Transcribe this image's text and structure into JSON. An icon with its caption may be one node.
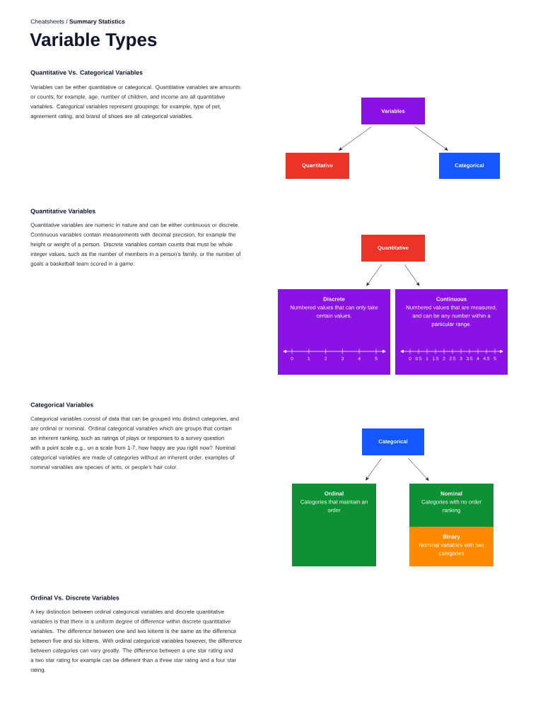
{
  "diagram": {
    "title": "Variable Types",
    "nodes": [
      {
        "text": [
          "Variables"
        ]
      },
      {
        "text": [
          "Quantitative"
        ]
      },
      {
        "text": [
          "Categorical"
        ]
      },
      {
        "text": [
          "Quantitative"
        ]
      },
      {
        "text": [
          "Discrete",
          "Numbered values that can only take certain values."
        ]
      },
      {
        "text": [
          "Continuous",
          "Numbered values that are measured, and can be any number within a particular range."
        ]
      },
      {
        "text": [
          "Categorical"
        ]
      },
      {
        "text": [
          "Ordinal",
          "Categories that maintain an order"
        ]
      },
      {
        "text": [
          "Nominal",
          "Categories with no order ranking"
        ]
      },
      {
        "text": [
          "Binary",
          "Nominal variables with two categories"
        ]
      }
    ],
    "edges": [
      {
        "from": 0,
        "to": 1,
        "arrow": "to"
      },
      {
        "from": 0,
        "to": 2,
        "arrow": "to"
      },
      {
        "from": 3,
        "to": 4,
        "arrow": "to"
      },
      {
        "from": 3,
        "to": 5,
        "arrow": "to"
      },
      {
        "from": 6,
        "to": 7,
        "arrow": "to"
      },
      {
        "from": 6,
        "to": 8,
        "arrow": "to"
      }
    ],
    "labels": [
      "Cheatsheets / **Summary Statistics**",
      "Quantitative Vs. Categorical Variables",
      "Variables can be either quantitative or categorical. Quantitative variables are amounts or counts; for example, age, number of children, and income are all quantitative variables. Categorical variables represent groupings; for example, type of pet, agreement rating, and brand of shoes are all categorical variables.",
      "Quantitative Variables",
      "Quantitative variables are numeric in nature and can be either continuous or discrete. Continuous variables contain measurements with decimal precision, for example the height or weight of a person. Discrete variables contain counts that must be whole integer values, such as the number of members in a person’s family, or the number of goals a basketball team scored in a game.",
      "0",
      "1",
      "2",
      "3",
      "4",
      "5",
      "0",
      "0.5",
      "1",
      "1.5",
      "2",
      "2.5",
      "3",
      "3.5",
      "4",
      "4.5",
      "5",
      "Categorical Variables",
      "Categorical variables consist of data that can be grouped into distinct categories, and are ordinal or nominal. Ordinal categorical variables which are groups that contain an inherent ranking, such as ratings of plays or responses to a survey question with a point scale e.g., on a scale from 1-7, how happy are you right now? Nominal categorical variables are made of categories without an inherent order, examples of nominal variables are species of ants, or people’s hair color.",
      "Ordinal Vs. Discrete Variables",
      "A key distinction between ordinal categorical variables and discrete quantitative variables is that there is a uniform degree of difference within discrete quantitative variables. The difference between one and two kittens is the same as the difference between five and six kittens. With ordinal categorical variables however, the difference between categories can vary greatly. The difference between a one star rating and a two star rating for example can be different than a three star rating and a four star rating."
    ]
  }
}
